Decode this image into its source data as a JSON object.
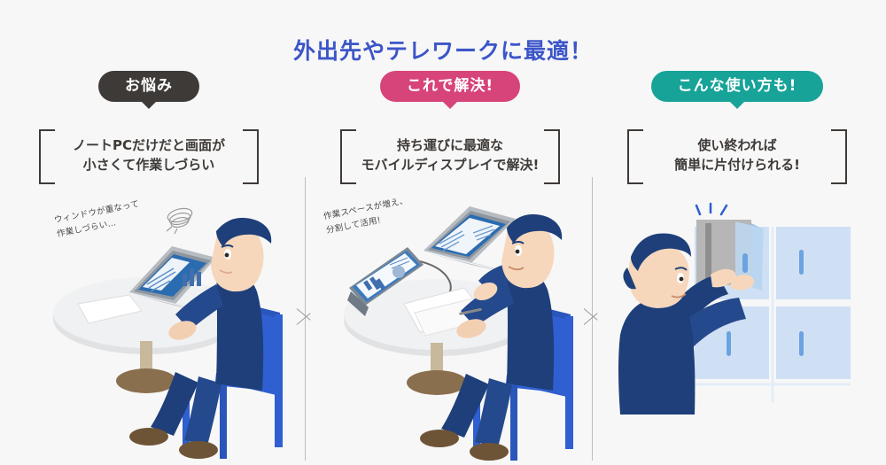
{
  "page": {
    "background_color": "#f7f7f7",
    "title": "外出先やテレワークに最適！",
    "title_color": "#3c56c8"
  },
  "columns": [
    {
      "id": "problem",
      "badge": {
        "label": "お悩み",
        "color": "#3e3a37"
      },
      "caption": {
        "line1": "ノートPCだけだと画面が",
        "line2": "小さくて作業しづらい"
      },
      "note": {
        "line1": "ウィンドウが重なって",
        "line2": "作業しづらい…"
      },
      "illustration": "man-at-table-with-laptop"
    },
    {
      "id": "solution",
      "badge": {
        "label": "これで解決!",
        "color": "#d6447a"
      },
      "caption": {
        "line1": "持ち運びに最適な",
        "line2": "モバイルディスプレイで解決!"
      },
      "note": {
        "line1": "作業スペースが増え、",
        "line2": "分割して活用!"
      },
      "illustration": "man-at-table-with-laptop-and-mobile-display"
    },
    {
      "id": "usage",
      "badge": {
        "label": "こんな使い方も!",
        "color": "#17a398"
      },
      "caption": {
        "line1": "使い終われば",
        "line2": "簡単に片付けられる!"
      },
      "note": {
        "line1": "",
        "line2": ""
      },
      "illustration": "man-storing-display-in-locker"
    }
  ],
  "icons": {
    "divider_chevron": "chevron-right-icon",
    "scribble": "scribble-swirl-icon"
  },
  "palette": {
    "navy_suit": "#1f3f7a",
    "chair_blue": "#2f5fd0",
    "skin": "#f3cfb2",
    "table_white": "#f2f2f2",
    "screen_blue": "#2b6cb0",
    "locker_blue": "#cfe0f5",
    "text_dark": "#3e3a37"
  }
}
